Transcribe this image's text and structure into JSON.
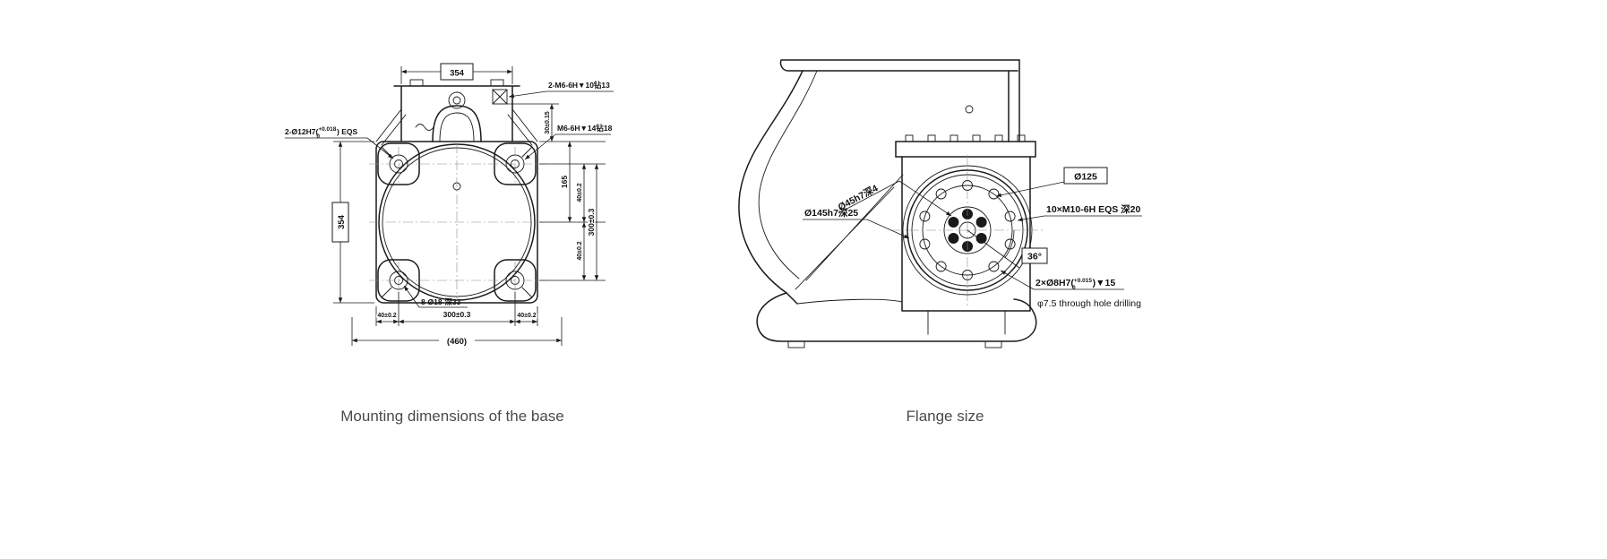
{
  "page": {
    "background": "#ffffff",
    "line_color": "#1a1a1a"
  },
  "base_drawing": {
    "caption": "Mounting dimensions of the base",
    "dims": {
      "top_width": "354",
      "left_height": "354",
      "bracket_offset": "30±0.15",
      "center_165": "165",
      "hole_edge_top": "40±0.2",
      "hole_span_v": "300±0.3",
      "hole_edge_bottom": "40±0.2",
      "bottom_left": "40±0.2",
      "hole_span_h": "300±0.3",
      "bottom_right": "40±0.2",
      "overall": "(460)"
    },
    "callouts": {
      "top_holes": "2-M6-6H▼10钻13",
      "side_hole": "M6-6H▼14钻18",
      "dowel": {
        "prefix": "2-Ø12H7(",
        "tol_upper": "+0.018",
        "tol_lower": "0",
        "suffix": ") EQS"
      },
      "corner_holes": "8-Ø18-深33"
    }
  },
  "flange_drawing": {
    "caption": "Flange size",
    "callouts": {
      "spigot": "Ø45h7深4",
      "flange_dia": "Ø145h7深25",
      "bolt_circle_dia": "Ø125",
      "tapped_holes": "10×M10-6H EQS 深20",
      "hole_angle": "36°",
      "dowel": {
        "prefix": "2×Ø8H7(",
        "tol_upper": "+0.015",
        "tol_lower": "0",
        "suffix": ")▼15"
      },
      "through_hole": "φ7.5 through hole drilling"
    }
  }
}
